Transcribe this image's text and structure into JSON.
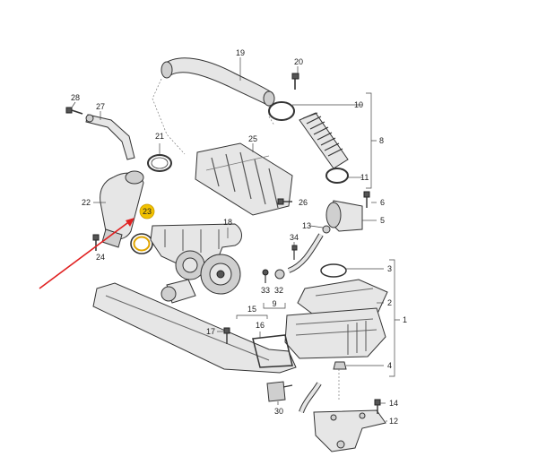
{
  "labels": {
    "p1": "1",
    "p2": "2",
    "p3": "3",
    "p4": "4",
    "p5": "5",
    "p6": "6",
    "p8": "8",
    "p9": "9",
    "p10": "10",
    "p11": "11",
    "p12": "12",
    "p13": "13",
    "p14": "14",
    "p15": "15",
    "p16": "16",
    "p17": "17",
    "p18": "18",
    "p19": "19",
    "p20": "20",
    "p21": "21",
    "p22": "22",
    "p23": "23",
    "p24": "24",
    "p25": "25",
    "p26": "26",
    "p27": "27",
    "p28": "28",
    "p30": "30",
    "p32": "32",
    "p33": "33",
    "p34": "34"
  },
  "colors": {
    "highlight_badge": "#f2c200",
    "highlight_ring": "#e0a400",
    "arrow": "#e02020",
    "linework": "#333333"
  }
}
